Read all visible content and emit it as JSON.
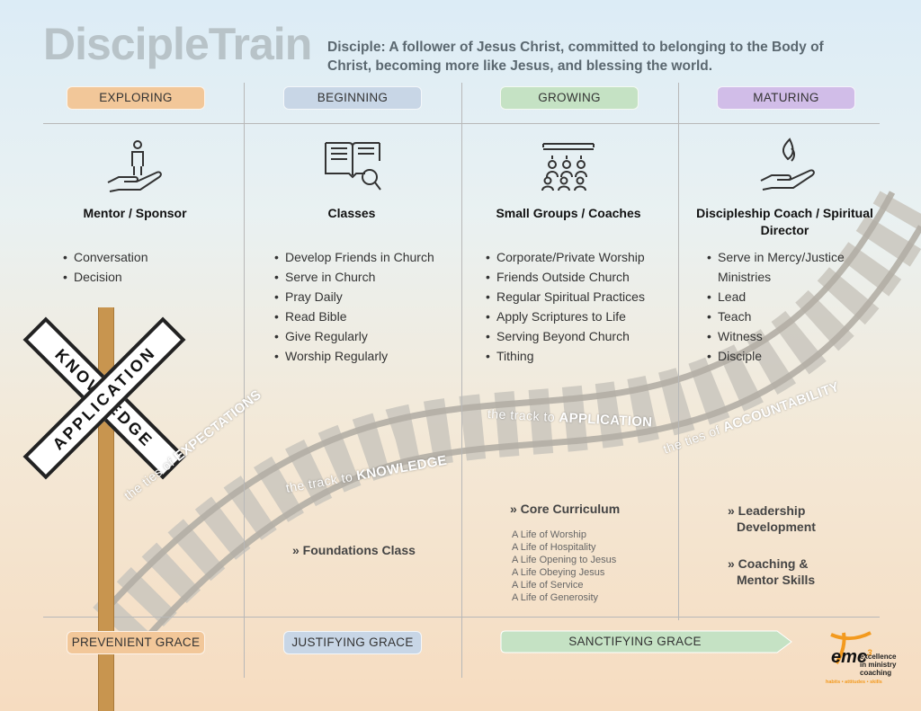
{
  "header": {
    "brand": "DiscipleTrain",
    "definition": "Disciple: A follower of Jesus Christ, committed to belonging to the Body of Christ, becoming more like Jesus, and blessing the world."
  },
  "stages": [
    {
      "label": "EXPLORING",
      "color": "#f2c799",
      "role": "Mentor / Sponsor",
      "icon": "hand-person-icon",
      "items": [
        "Conversation",
        "Decision"
      ]
    },
    {
      "label": "BEGINNING",
      "color": "#c8d6e6",
      "role": "Classes",
      "icon": "book-magnifier-icon",
      "items": [
        "Develop Friends in Church",
        "Serve in Church",
        "Pray Daily",
        "Read Bible",
        "Give Regularly",
        "Worship Regularly"
      ]
    },
    {
      "label": "GROWING",
      "color": "#c5e2c4",
      "role": "Small Groups / Coaches",
      "icon": "group-people-icon",
      "items": [
        "Corporate/Private Worship",
        "Friends Outside Church",
        "Regular Spiritual Practices",
        "Apply Scriptures to Life",
        "Serving Beyond Church",
        "Tithing"
      ]
    },
    {
      "label": "MATURING",
      "color": "#d1bde8",
      "role": "Discipleship Coach / Spiritual Director",
      "icon": "hand-flame-icon",
      "items": [
        "Serve in Mercy/Justice Ministries",
        "Lead",
        "Teach",
        "Witness",
        "Disciple"
      ]
    }
  ],
  "crossing_sign": {
    "word1": "KNOWLEDGE",
    "word2": "APPLICATION"
  },
  "track_labels": {
    "expectations": {
      "prefix": "the ties of",
      "emph": "EXPECTATIONS"
    },
    "knowledge": {
      "prefix": "the track to",
      "emph": "KNOWLEDGE"
    },
    "application": {
      "prefix": "the track to",
      "emph": "APPLICATION"
    },
    "accountability": {
      "prefix": "the ties of",
      "emph": "ACCOUNTABILITY"
    }
  },
  "curriculum": {
    "foundations": "» Foundations Class",
    "core": "» Core Curriculum",
    "core_items": [
      "A Life of Worship",
      "A Life of Hospitality",
      "A Life Opening to Jesus",
      "A Life Obeying Jesus",
      "A Life of Service",
      "A Life of Generosity"
    ],
    "leadership": "» Leadership",
    "leadership2": "Development",
    "coaching": "» Coaching &",
    "coaching2": "Mentor Skills"
  },
  "grace": [
    {
      "label": "PREVENIENT GRACE",
      "color": "#f2c799"
    },
    {
      "label": "JUSTIFYING GRACE",
      "color": "#c8d6e6"
    },
    {
      "label": "SANCTIFYING GRACE",
      "color": "#c5e2c4"
    }
  ],
  "logo": {
    "mark": "emc",
    "sup": "3",
    "line1": "excellence",
    "line2": "in ministry",
    "line3": "coaching",
    "tagline": "habits • attitudes • skills",
    "accent": "#f39a1e"
  }
}
